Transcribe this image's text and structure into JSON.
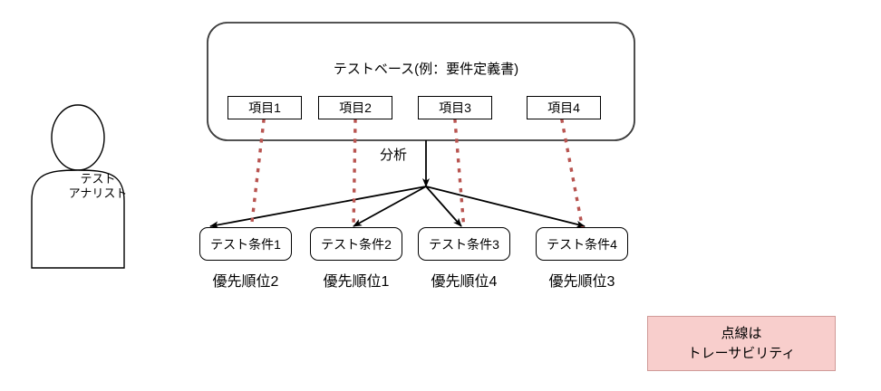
{
  "diagram": {
    "actor": {
      "name": "test-analyst",
      "label_line1": "テスト",
      "label_line2": "アナリスト"
    },
    "testbase": {
      "title": "テストベース(例：要件定義書)",
      "items": [
        {
          "label": "項目1"
        },
        {
          "label": "項目2"
        },
        {
          "label": "項目3"
        },
        {
          "label": "項目4"
        }
      ]
    },
    "analysis": {
      "label": "分析"
    },
    "conditions": [
      {
        "label": "テスト条件1",
        "priority": "優先順位2"
      },
      {
        "label": "テスト条件2",
        "priority": "優先順位1"
      },
      {
        "label": "テスト条件3",
        "priority": "優先順位4"
      },
      {
        "label": "テスト条件4",
        "priority": "優先順位3"
      }
    ],
    "legend": {
      "line1": "点線は",
      "line2": "トレーサビリティ",
      "fill_color": "#f8cecc",
      "border_color": "#d09a98"
    },
    "colors": {
      "line": "#000000",
      "traceability_dotted": "#b85450",
      "background": "#ffffff"
    }
  }
}
